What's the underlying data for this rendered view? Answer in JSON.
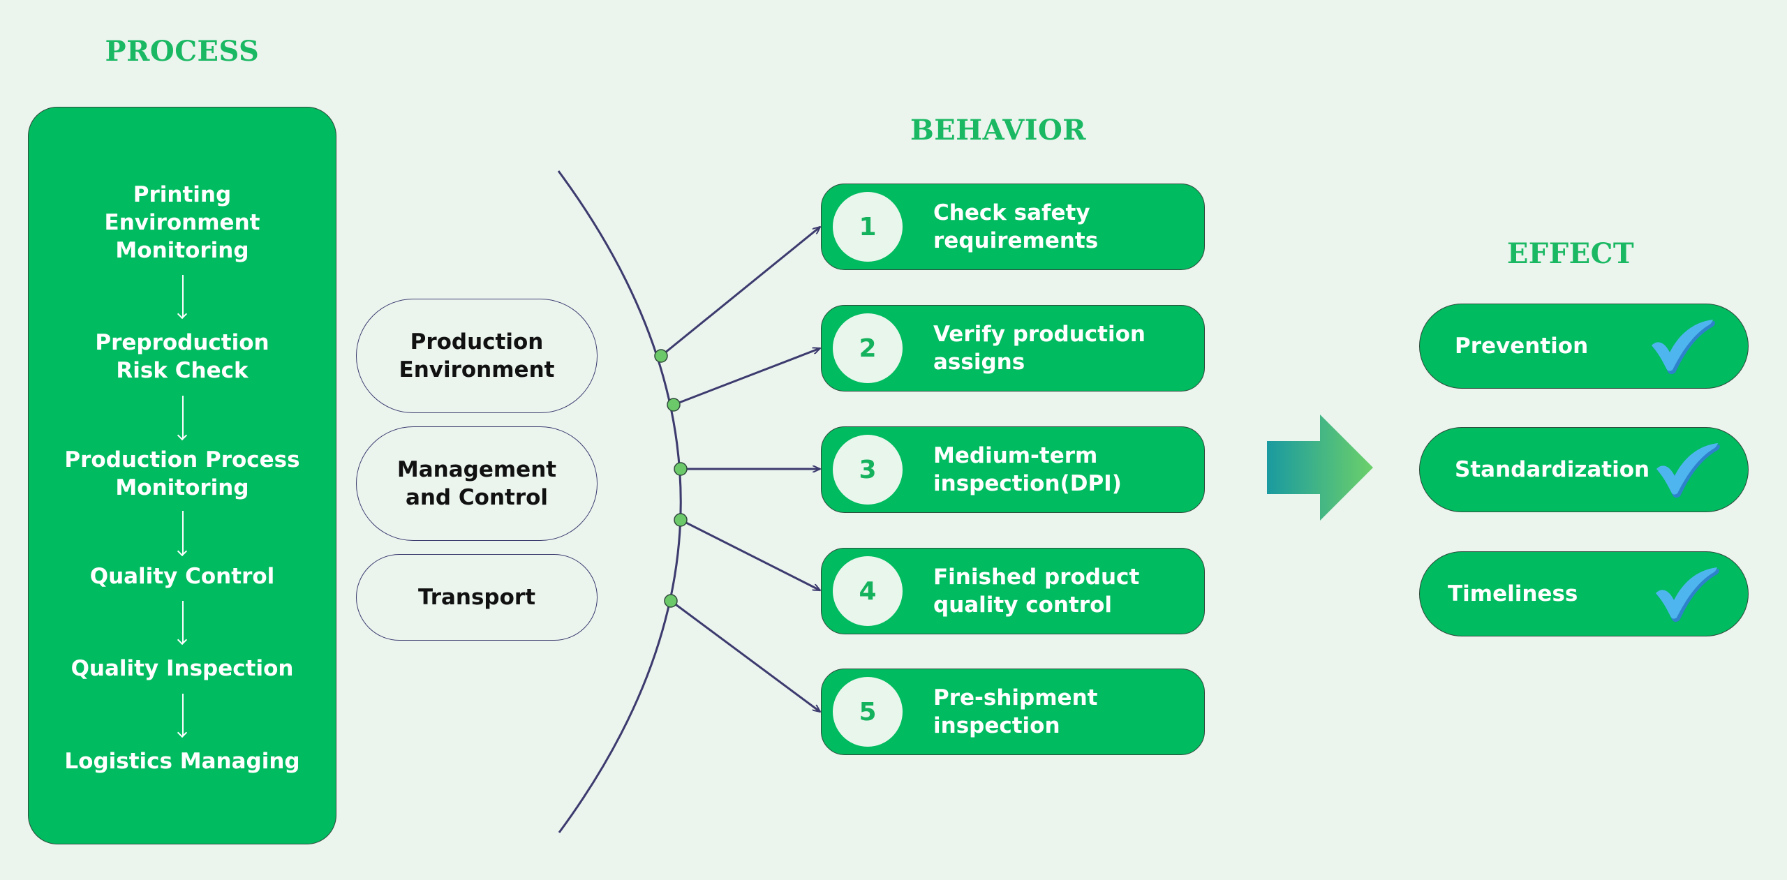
{
  "headings": {
    "process": "PROCESS",
    "behavior": "BEHAVIOR",
    "effect": "EFFECT"
  },
  "colors": {
    "background": "#ebf5ee",
    "primary_green": "#00bb5f",
    "heading_green": "#1bb863",
    "line_navy": "#3d3a6e",
    "dot_green": "#6cc96a",
    "check_blue": "#4fb5ef",
    "arrow_gradient_start": "#1a9aa0",
    "arrow_gradient_end": "#6cd06a"
  },
  "process": {
    "steps": [
      {
        "lines": [
          "Printing",
          "Environment",
          "Monitoring"
        ]
      },
      {
        "lines": [
          "Preproduction",
          "Risk Check"
        ]
      },
      {
        "lines": [
          "Production Process",
          "Monitoring"
        ]
      },
      {
        "lines": [
          "Quality Control"
        ]
      },
      {
        "lines": [
          "Quality Inspection"
        ]
      },
      {
        "lines": [
          "Logistics Managing"
        ]
      }
    ]
  },
  "categories": [
    {
      "lines": [
        "Production",
        "Environment"
      ]
    },
    {
      "lines": [
        "Management",
        "and Control"
      ]
    },
    {
      "lines": [
        "Transport"
      ]
    }
  ],
  "behavior": {
    "items": [
      {
        "number": "1",
        "lines": [
          "Check safety",
          "requirements"
        ]
      },
      {
        "number": "2",
        "lines": [
          "Verify production",
          "assigns"
        ]
      },
      {
        "number": "3",
        "lines": [
          "Medium-term",
          "inspection(DPI)"
        ]
      },
      {
        "number": "4",
        "lines": [
          "Finished product",
          "quality control"
        ]
      },
      {
        "number": "5",
        "lines": [
          "Pre-shipment",
          "inspection"
        ]
      }
    ]
  },
  "effect": {
    "items": [
      {
        "label": "Prevention",
        "icon": "check-icon"
      },
      {
        "label": "Standardization",
        "icon": "check-icon"
      },
      {
        "label": "Timeliness",
        "icon": "check-icon"
      }
    ]
  }
}
